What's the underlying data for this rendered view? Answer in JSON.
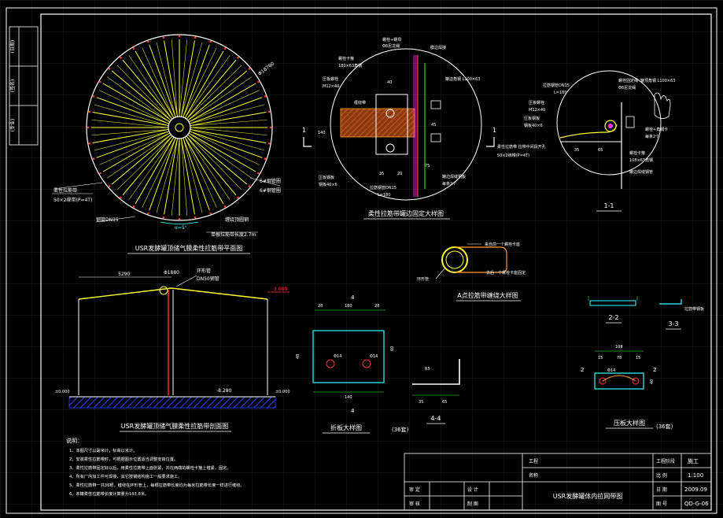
{
  "colors": {
    "background": "#000000",
    "grid": "#1a1a1a",
    "frame": "#ffffff",
    "text": "#ffffff",
    "yellow": "#ffff33",
    "cyan": "#33ffff",
    "red": "#ff3333",
    "green": "#33ff33",
    "magenta": "#ff33ff",
    "orange": "#ff9933",
    "brick": "#a04010"
  },
  "side_labels": [
    "(日期)",
    "(签名)",
    "(专业)"
  ],
  "titles": {
    "plan": "USR发酵罐顶储气膜柔性拉筋带平面图",
    "section": "USR发酵罐顶储气膜柔性拉筋带剖面图",
    "fixed": "柔性拉筋带罐边固定大样图",
    "section_1_1": "1-1",
    "point_a": "A点拉筋带缠绕大样图",
    "bend_plate": "折板大样图",
    "bend_plate_count": "(36套)",
    "press_plate": "压板大样图",
    "press_plate_count": "(36套)",
    "view_2_2": "2-2",
    "view_3_3": "3-3",
    "view_4_4": "4-4"
  },
  "plan_labels": {
    "dia": "Φ18760",
    "strap": "柔性拉筋带",
    "strap_spec": "50×2绑带(P=4T)",
    "dn15": "钢管DN15",
    "bolt": "6#钢管圈",
    "angle": "α=5°",
    "bottom": "单根拉筋带长度2.7m",
    "top_left": "缠绕顶圆钢"
  },
  "section_labels": {
    "dim": "5290",
    "dia": "Φ1880",
    "ring": "环形管",
    "ring_spec": "DN50钢管",
    "elev_top": "3.080",
    "elev_mid": "-8.280",
    "elev_left": "±0.000",
    "elev_right": "±0.000"
  },
  "fixed_labels": {
    "l1": "螺栓+螺母",
    "l1b": "Φ8尼龙绳",
    "l2": "膜边焊接",
    "l3": "螺栓卡箍",
    "l3b": "180×63角钢",
    "l4": "压板螺栓",
    "l4b": "M12×40",
    "l5": "缠绕带",
    "l6": "罐边角钢 L100×63",
    "l7": "压板钢板",
    "l7b": "钢板40×6",
    "l8": "拉筋钢管DN15",
    "l8b": "L=180",
    "l9": "罐边焊缝钢板",
    "l9b": "每条2个",
    "d40": "40",
    "d140": "140",
    "d45": "45",
    "d35": "35",
    "d20": "20",
    "d75": "75",
    "cut": "1"
  },
  "section11_labels": {
    "l1": "拉筋钢管DN15",
    "l1b": "L=180",
    "l2": "压板螺栓",
    "l2b": "M12×40",
    "l3": "压板钢板",
    "l3b": "钢板40×6",
    "l4": "柔性拉筋带  拉带中间段开孔",
    "l4b": "50×2绑带(P=4T)",
    "l5": "螺栓固定绳",
    "l5b": "Φ8尼龙绳",
    "l6": "罐顶角钢 L100×63",
    "l7": "螺栓+角钢卡",
    "l7b": "每条2个",
    "l8": "螺栓卡箍",
    "l8b": "108×63角钢",
    "l9": "罐边焊缝钢管",
    "d35": "35",
    "d65": "65"
  },
  "point_a_labels": {
    "l1": "来自前一个螺栓卡座",
    "l2": "去后一个螺栓卡座固定",
    "l3": "环形管"
  },
  "bend_labels": {
    "d28a": "28",
    "d180": "180",
    "d28b": "28",
    "d140": "140",
    "h1": "48",
    "h2": "60",
    "hole": "Φ14",
    "cut": "4"
  },
  "press_labels": {
    "d108": "108",
    "d15a": "15",
    "d78": "78",
    "d15b": "15",
    "d40": "40",
    "hole": "Φ14",
    "cut": "2"
  },
  "v44": {
    "d35": "35",
    "d65": "65",
    "r": "R5"
  },
  "v33": {
    "label": "拉筋带钢板"
  },
  "notes": {
    "title": "说明：",
    "items": [
      "1、本图尺寸以毫米计，标高以米计。",
      "2、安装柔性拉筋带时，可根据图示位置适当调整安装位置。",
      "3、柔性拉筋带固定好以后，用柔性拉筋带上面张紧，并在两端的螺栓卡箍上缠紧，固定。",
      "4、所有厂内加工件可焊接，其它按钢结构施工一般要求施工。",
      "5、柔性拉筋带一共36根，缠绕在环形管上，每根拉筋带长度均为每米拉筋带长度一样进行缠绕。",
      "6、本罐柔性拉筋带长度计算量为163.8米。"
    ]
  },
  "title_block": {
    "project_label": "工程",
    "project_name_label": "名称",
    "review_label": "审 定",
    "check_label": "审 核",
    "design_label": "设 计",
    "draw_label": "制 图",
    "drawing_title": "USR发酵罐体内拉网带图",
    "phase_label": "工程阶段",
    "phase_value": "施工",
    "scale_label": "比 例",
    "scale_value": "1:100",
    "date_label": "日 期",
    "date_value": "2009.09",
    "no_label": "图 号",
    "no_value": "QD-G-06"
  }
}
